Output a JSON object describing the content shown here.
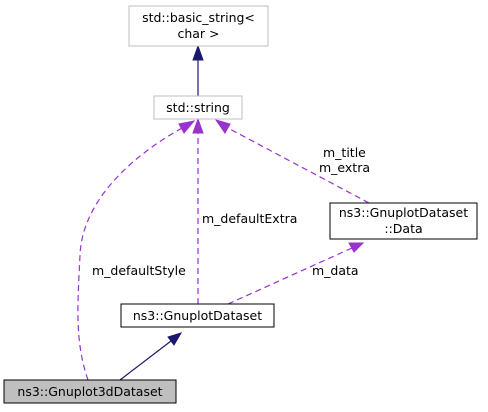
{
  "diagram": {
    "nodes": {
      "basic_string": {
        "line1": "std::basic_string<",
        "line2": "char >",
        "style": "external"
      },
      "string": {
        "label": "std::string",
        "style": "external"
      },
      "gnuplot_dataset_data": {
        "line1": "ns3::GnuplotDataset",
        "line2": "::Data",
        "style": "documented"
      },
      "gnuplot_dataset": {
        "label": "ns3::GnuplotDataset",
        "style": "documented"
      },
      "gnuplot3d_dataset": {
        "label": "ns3::Gnuplot3dDataset",
        "style": "current"
      }
    },
    "edges": {
      "string_to_basic_string": {
        "kind": "inheritance"
      },
      "dataset_to_string": {
        "kind": "usage",
        "label": "m_defaultExtra"
      },
      "data_to_string": {
        "kind": "usage",
        "label1": "m_title",
        "label2": "m_extra"
      },
      "dataset_to_data": {
        "kind": "usage",
        "label": "m_data"
      },
      "gnuplot3d_to_dataset": {
        "kind": "inheritance"
      },
      "gnuplot3d_to_string": {
        "kind": "usage",
        "label": "m_defaultStyle"
      }
    },
    "colors": {
      "inheritance": "#191970",
      "usage": "#9a32cd",
      "external_border": "#bfbfbf",
      "node_border": "#000000",
      "current_fill": "#bfbfbf"
    }
  }
}
